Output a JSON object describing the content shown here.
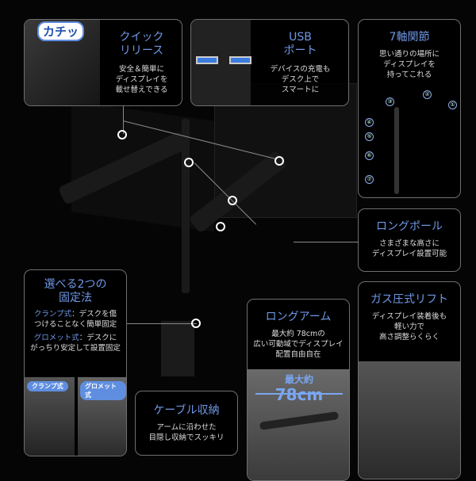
{
  "quick_release": {
    "badge": "カチッ",
    "title_1": "クイック",
    "title_2": "リリース",
    "lines": [
      "安全＆簡単に",
      "ディスプレイを",
      "載せ替えできる"
    ]
  },
  "usb": {
    "title_1": "USB",
    "title_2": "ポート",
    "lines": [
      "デバイスの充電も",
      "デスク上で",
      "スマートに"
    ]
  },
  "axis7": {
    "title": "7軸関節",
    "lines": [
      "思い通りの場所に",
      "ディスプレイを",
      "持ってこれる"
    ],
    "numbers": [
      "①",
      "②",
      "③",
      "④",
      "⑤",
      "⑥",
      "⑦"
    ]
  },
  "long_pole": {
    "title": "ロングポール",
    "lines": [
      "さまざまな高さに",
      "ディスプレイ設置可能"
    ]
  },
  "gas_lift": {
    "title": "ガス圧式リフト",
    "lines": [
      "ディスプレイ装着後も",
      "軽い力で",
      "高さ調整らくらく"
    ]
  },
  "long_arm": {
    "title": "ロングアーム",
    "lines": [
      "最大約 78cmの",
      "広い可動域でディスプレイ",
      "配置自由自在"
    ],
    "max_label": "最大約",
    "max_value": "78cm"
  },
  "mount": {
    "title_1": "選べる2つの",
    "title_2": "固定法",
    "clamp_label": "クランプ式",
    "clamp_desc_1": "：デスクを傷",
    "clamp_desc_2": "つけることなく簡単固定",
    "grommet_label": "グロメット式",
    "grommet_desc_1": "：デスクに",
    "grommet_desc_2": "がっちり安定して設置固定",
    "pill_clamp": "クランプ式",
    "pill_grommet": "グロメット式"
  },
  "cable": {
    "title": "ケーブル収納",
    "lines": [
      "アームに沿わせた",
      "目隠し収納でスッキリ"
    ]
  },
  "accent": "#6f98e6"
}
